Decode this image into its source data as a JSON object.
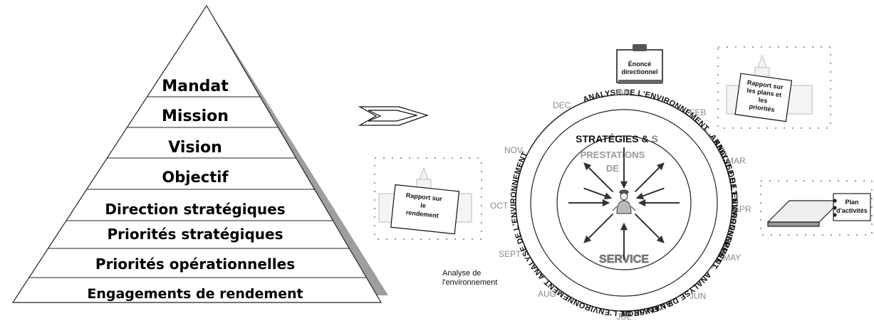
{
  "pyramid": {
    "levels": [
      "Mandat",
      "Mission",
      "Vision",
      "Objectif",
      "Direction stratégiques",
      "Priorités stratégiques",
      "Priorités opérationnelles",
      "Engagements de rendement"
    ]
  },
  "cycle": {
    "months": {
      "jan": "JAN",
      "feb": "FEB",
      "mar": "MAR",
      "apr": "APR",
      "may": "MAY",
      "jun": "JUN",
      "jul": "JUL",
      "aug": "AUG",
      "sept": "SEPT",
      "oct": "OCT",
      "nov": "NOV",
      "dec": "DEC"
    },
    "ring": {
      "top": "← ANALYSE DE L'ENVIRONNEMENT ← ANALYSE DE L'ENVIRONNEMENT",
      "right": "ANALYSE DE L'ENVIRONNEMENT",
      "bottom": "ANALYSE DE L'ENVIRONNEMENT →",
      "left": "ANALYSE DE L'ENVIRONNEMENT ← ANALYSE DE L'ENVIRONNEMENT"
    },
    "inner": {
      "strategies": "STRATÉGIES & ",
      "strategies_suffix": "S",
      "prestations": "PRESTATIONS",
      "de": "DE",
      "service": "SERVICE"
    }
  },
  "documents": {
    "enonce": [
      "Énoncé",
      "directionnel"
    ],
    "rapport_plans": [
      "Rapport sur",
      "les plans et",
      "les",
      "priorités"
    ],
    "rapport_rendement": [
      "Rapport sur",
      "le",
      "rendement"
    ],
    "plan_activites": [
      "Plan",
      "d'activités"
    ]
  },
  "caption": {
    "line1": "Analyse de",
    "line2": "l'environnement"
  }
}
